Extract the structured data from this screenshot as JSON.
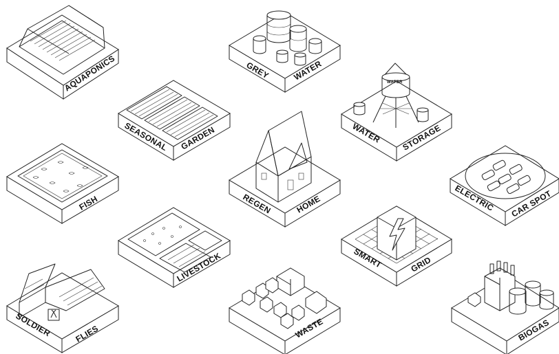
{
  "tiles": [
    {
      "id": "aquaponics",
      "icon": "greenhouse-icon",
      "labels": [
        "AQUAPONICS"
      ]
    },
    {
      "id": "grey-water",
      "icon": "tanks-icon",
      "labels": [
        "GREY",
        "WATER"
      ]
    },
    {
      "id": "seasonal-garden",
      "icon": "garden-beds-icon",
      "labels": [
        "SEASONAL",
        "GARDEN"
      ]
    },
    {
      "id": "water-storage",
      "icon": "water-tower-icon",
      "labels": [
        "WATER",
        "STORAGE"
      ],
      "tank_text": "WATER"
    },
    {
      "id": "fish",
      "icon": "fish-pond-icon",
      "labels": [
        "FISH"
      ]
    },
    {
      "id": "regen-home",
      "icon": "house-icon",
      "labels": [
        "REGEN",
        "HOME"
      ]
    },
    {
      "id": "electric-car-spot",
      "icon": "electric-cars-icon",
      "labels": [
        "ELECTRIC",
        "CAR SPOT"
      ]
    },
    {
      "id": "livestock",
      "icon": "pens-icon",
      "labels": [
        "LIVESTOCK"
      ]
    },
    {
      "id": "smart-grid",
      "icon": "lightning-grid-icon",
      "labels": [
        "SMART",
        "GRID"
      ]
    },
    {
      "id": "soldier-flies",
      "icon": "fly-house-icon",
      "labels": [
        "SOLDIER",
        "FLIES"
      ]
    },
    {
      "id": "waste",
      "icon": "waste-bins-icon",
      "labels": [
        "WASTE"
      ]
    },
    {
      "id": "biogas",
      "icon": "biogas-plant-icon",
      "labels": [
        "BIOGAS"
      ]
    }
  ]
}
